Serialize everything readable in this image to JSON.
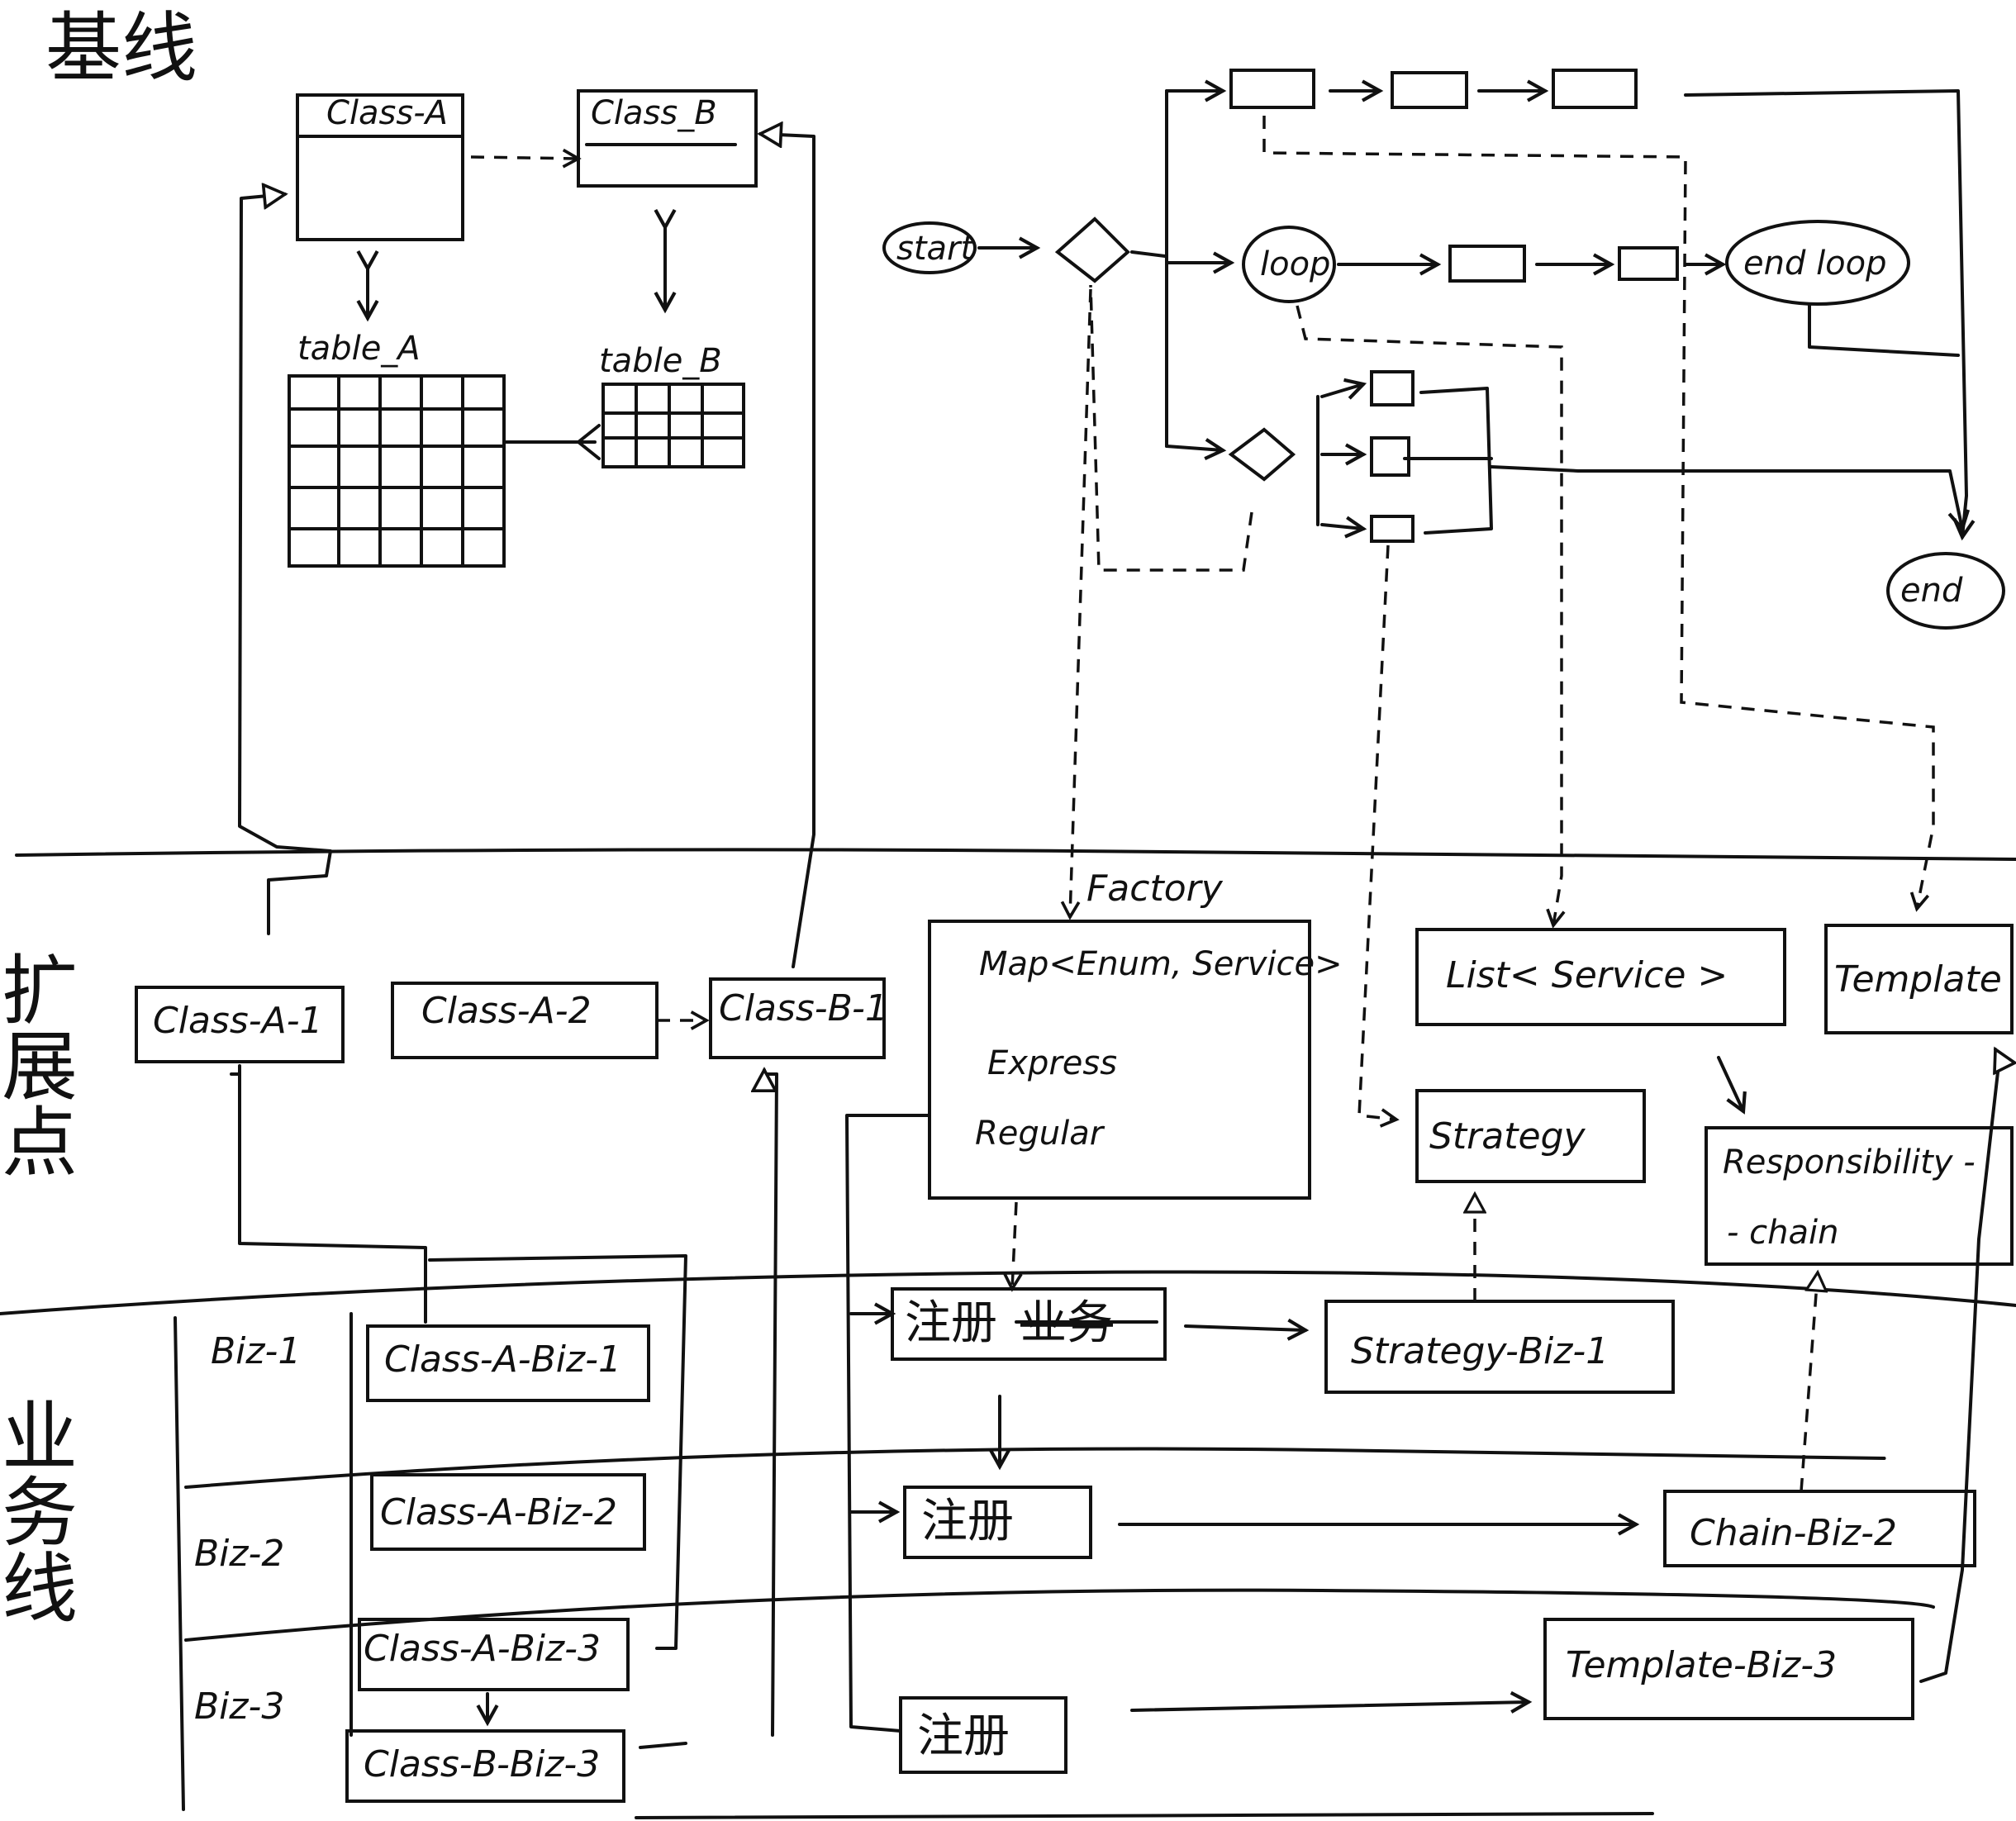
{
  "swimlanes": {
    "baseline": "基线",
    "extension": "扩展点",
    "business": "业务线"
  },
  "baseline_classes": {
    "class_a": "Class-A",
    "class_b": "Class_B",
    "table_a": "table_A",
    "table_b": "table_B"
  },
  "flow": {
    "start": "start",
    "loop": "loop",
    "end_loop": "end loop",
    "end": "end"
  },
  "extension_points": {
    "class_a_1": "Class-A-1",
    "class_a_2": "Class-A-2",
    "class_b_1": "Class-B-1",
    "factory_title": "Factory",
    "factory_lines": [
      "Map<Enum, Service>",
      "Express",
      "Regular"
    ],
    "list_service": "List< Service >",
    "template": "Template",
    "strategy": "Strategy",
    "responsibility_chain": [
      "Responsibility -",
      "- chain"
    ]
  },
  "business_lines": {
    "biz_1": "Biz-1",
    "biz_2": "Biz-2",
    "biz_3": "Biz-3",
    "class_a_biz_1": "Class-A-Biz-1",
    "class_a_biz_2": "Class-A-Biz-2",
    "class_a_biz_3": "Class-A-Biz-3",
    "class_b_biz_3": "Class-B-Biz-3",
    "register_1_main": "注册",
    "register_1_struck": "业务",
    "register_2": "注册",
    "register_3": "注册",
    "strategy_biz_1": "Strategy-Biz-1",
    "chain_biz_2": "Chain-Biz-2",
    "template_biz_3": "Template-Biz-3"
  }
}
